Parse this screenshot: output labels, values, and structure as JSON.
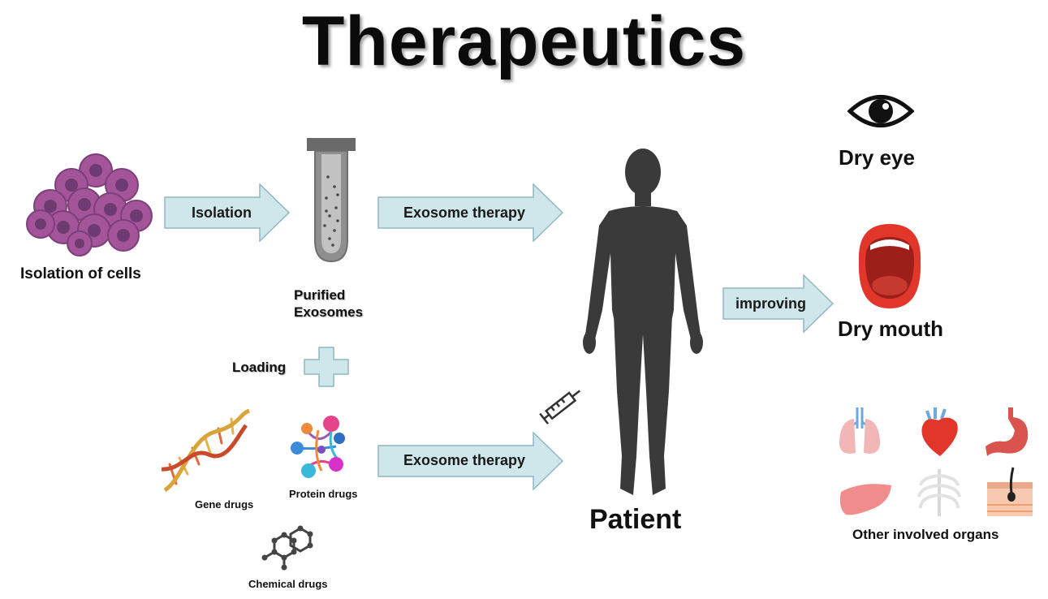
{
  "title": "Therapeutics",
  "labels": {
    "isolation_of_cells": "Isolation of cells",
    "purified_exosomes_line1": "Purified",
    "purified_exosomes_line2": "Exosomes",
    "loading": "Loading",
    "gene_drugs": "Gene drugs",
    "protein_drugs": "Protein drugs",
    "chemical_drugs": "Chemical drugs",
    "patient": "Patient",
    "dry_eye": "Dry eye",
    "dry_mouth": "Dry mouth",
    "other_organs": "Other involved organs"
  },
  "arrows": {
    "isolation": "Isolation",
    "exosome_therapy_top": "Exosome therapy",
    "exosome_therapy_bottom": "Exosome therapy",
    "improving": "improving"
  },
  "colors": {
    "arrow_fill": "#cfe7ea",
    "arrow_stroke": "#8fb9bf",
    "cell_fill": "#a4559a",
    "cell_nucleus": "#6e3a72",
    "silhouette": "#3a3a3a",
    "tube": "#8a8a8a",
    "mouth_red": "#e2362b"
  }
}
